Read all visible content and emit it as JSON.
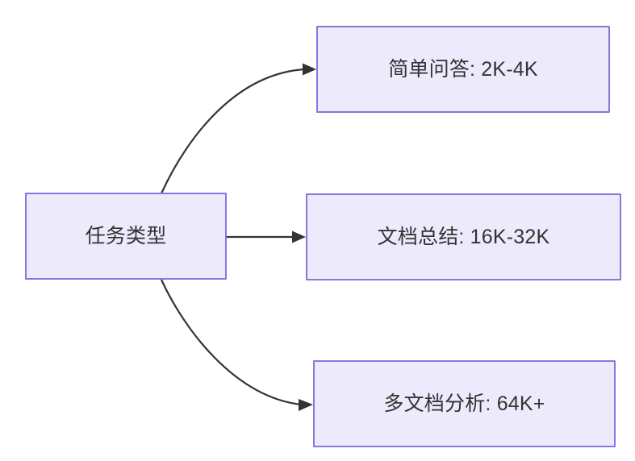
{
  "diagram": {
    "type": "flowchart",
    "direction": "left-to-right",
    "background_color": "#ffffff",
    "node_fill_color": "#ECEAFB",
    "node_border_color": "#8E74DE",
    "text_color": "#333333",
    "edge_color": "#333333",
    "nodes": {
      "root": {
        "label": "任务类型",
        "role": "source"
      },
      "simple_qa": {
        "label": "简单问答: 2K-4K",
        "role": "target"
      },
      "doc_summary": {
        "label": "文档总结: 16K-32K",
        "role": "target"
      },
      "multi_doc": {
        "label": "多文档分析: 64K+",
        "role": "target"
      }
    },
    "edges": [
      {
        "from": "root",
        "to": "simple_qa",
        "style": "curved",
        "arrow": "triangle"
      },
      {
        "from": "root",
        "to": "doc_summary",
        "style": "straight",
        "arrow": "triangle"
      },
      {
        "from": "root",
        "to": "multi_doc",
        "style": "curved",
        "arrow": "triangle"
      }
    ]
  }
}
